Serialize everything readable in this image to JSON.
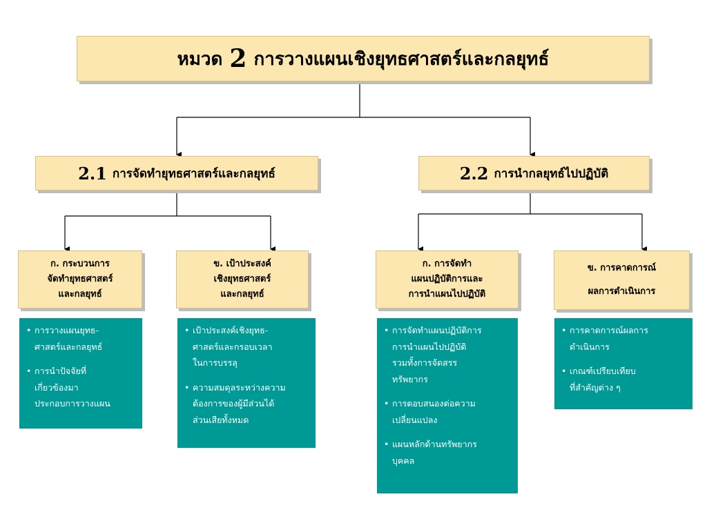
{
  "header": {
    "prefix": "หมวด",
    "number": "2",
    "text": "การวางแผนเชิงยุทธศาสตร์และกลยุทธ์"
  },
  "sections": [
    {
      "number": "2.1",
      "label": "การจัดทำยุทธศาสตร์และกลยุทธ์"
    },
    {
      "number": "2.2",
      "label": "การนำกลยุทธ์ไปปฏิบัติ"
    }
  ],
  "leaves": [
    {
      "lines": [
        "ก. กระบวนการ",
        "จัดทำยุทธศาสตร์",
        "และกลยุทธ์"
      ],
      "bullets": [
        "การวางแผนยุทธ-\nศาสตร์และกลยุทธ์",
        "การนำปัจจัยที่\nเกี่ยวข้องมา\nประกอบการวางแผน"
      ]
    },
    {
      "lines": [
        "ข. เป้าประสงค์",
        "เชิงยุทธศาสตร์",
        "และกลยุทธ์"
      ],
      "bullets": [
        "เป้าประสงค์เชิงยุทธ-\nศาสตร์และกรอบเวลา\nในการบรรลุ",
        "ความสมดุลระหว่างความ\nต้องการของผู้มีส่วนได้\nส่วนเสียทั้งหมด"
      ]
    },
    {
      "lines": [
        "ก. การจัดทำ",
        "แผนปฏิบัติการและ",
        "การนำแผนไปปฏิบัติ"
      ],
      "bullets": [
        "การจัดทำแผนปฏิบัติการ\nการนำแผนไปปฏิบัติ\nรวมทั้งการจัดสรร\nทรัพยากร",
        "การตอบสนองต่อความ\nเปลี่ยนแปลง",
        "แผนหลักด้านทรัพยากร\nบุคคล"
      ]
    },
    {
      "lines": [
        "ข. การคาดการณ์",
        "ผลการดำเนินการ"
      ],
      "bullets": [
        "การคาดการณ์ผลการ\nดำเนินการ",
        "เกณฑ์เปรียบเทียบ\nที่สำคัญต่าง ๆ"
      ]
    }
  ],
  "bullet_symbol": "•",
  "colors": {
    "box_fill": "#fde7b1",
    "teal_fill": "#009a96",
    "line": "#000000"
  }
}
